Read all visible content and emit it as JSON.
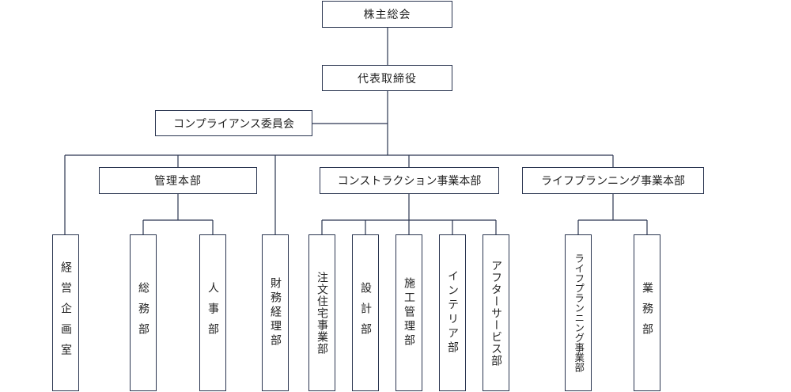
{
  "nodes": {
    "shareholders": "株主総会",
    "ceo": "代表取締役",
    "compliance": "コンプライアンス委員会",
    "management_hq": "管理本部",
    "construction_hq": "コンストラクション事業本部",
    "lifeplanning_hq": "ライフプランニング事業本部",
    "management_planning": "経営企画室",
    "general_affairs": "総務部",
    "human_resources": "人事部",
    "finance": "財務経理部",
    "custom_housing": "注文住宅事業部",
    "design": "設計部",
    "construction_mgmt": "施工管理部",
    "interior": "インテリア部",
    "after_service": "アフターサービス部",
    "lifeplanning_div": "ライフプランニング事業部",
    "operations": "業務部"
  },
  "colors": {
    "border": "#2a3550",
    "line": "#2a3550",
    "background": "#ffffff"
  }
}
